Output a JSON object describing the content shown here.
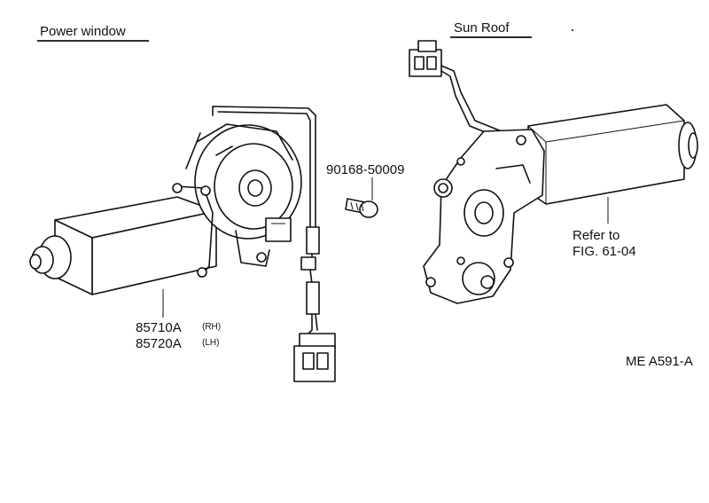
{
  "sections": {
    "left_title": "Power window",
    "right_title": "Sun Roof"
  },
  "parts": {
    "screw": "90168-50009",
    "motor_rh_number": "85710A",
    "motor_rh_side": "(RH)",
    "motor_lh_number": "85720A",
    "motor_lh_side": "(LH)",
    "refer_line1": "Refer to",
    "refer_line2": "FIG. 61-04"
  },
  "diagram_code": "ME  A591-A"
}
